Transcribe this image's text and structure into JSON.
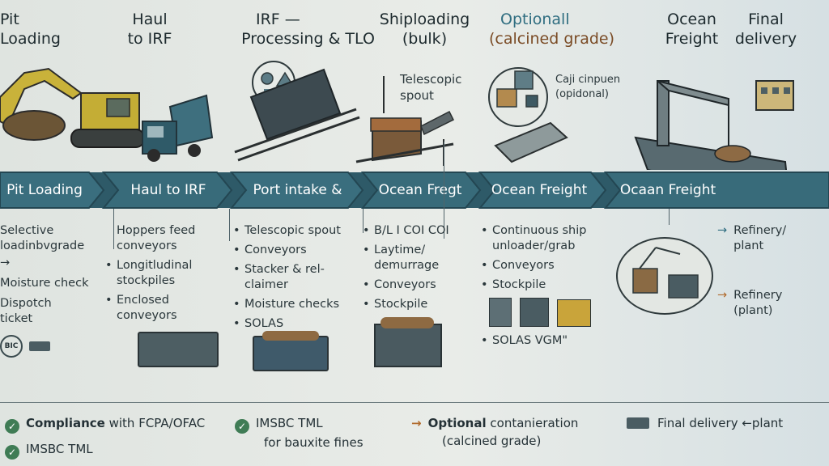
{
  "headers": [
    {
      "l1": "Pit",
      "l2": "Loading"
    },
    {
      "l1": "Haul",
      "l2": "to IRF"
    },
    {
      "l1": "IRF —",
      "l2": "Processing & TLO"
    },
    {
      "l1": "Shiploading",
      "l2": "(bulk)"
    },
    {
      "l1": "Optionall",
      "l2": "(calcined grade)"
    },
    {
      "l1": "Ocean",
      "l2": "Freight"
    },
    {
      "l1": "Final",
      "l2": "delivery"
    }
  ],
  "illus_labels": {
    "telescopic": [
      "Telescopic",
      "spout"
    ],
    "optional": [
      "Caji cinpuen",
      "(opidonal)"
    ]
  },
  "steps": [
    "Pit Loading",
    "Haul to IRF",
    "Port intake &",
    "Ocean Fregt",
    "Ocean Freight",
    "Ocaan Freight"
  ],
  "columns": {
    "pit": [
      "Selective",
      "loadinbvgrade",
      "Moisture check",
      "Dispotch",
      "ticket"
    ],
    "haul": [
      "Hoppers feed",
      "conveyors",
      "Longitludinal",
      "stockpiles",
      "Enclosed",
      "conveyors"
    ],
    "irf": [
      "Telescopic spout",
      "Conveyors",
      "Stacker & rel-",
      "claimer",
      "Moisture checks",
      "SOLAS"
    ],
    "ship": [
      "B/L I COI COI",
      "Laytime/",
      "demurrage",
      "Conveyors",
      "Stockpile"
    ],
    "opt": [
      "Continuous ship",
      "unloader/grab",
      "Conveyors",
      "Stockpile",
      "SOLAS VGM\""
    ],
    "final": [
      "Refinery/",
      "plant",
      "Refinery",
      "(plant)"
    ]
  },
  "bic_label": "BIC",
  "footer": {
    "compliance_bold": "Compliance",
    "compliance_rest": " with FCPA/OFAC",
    "imsbc_left": "IMSBC TML",
    "imsbc_mid_l1": "IMSBC TML",
    "imsbc_mid_l2": "for bauxite fines",
    "optional_bold": "Optional",
    "optional_rest": " contanieration",
    "optional_l2": "(calcined grade)",
    "final": "Final delivery ←plant"
  },
  "colors": {
    "band": "#2e5a68",
    "band_step": "#3a6e7e",
    "check": "#3f7c55",
    "accent": "#b06a2c"
  }
}
